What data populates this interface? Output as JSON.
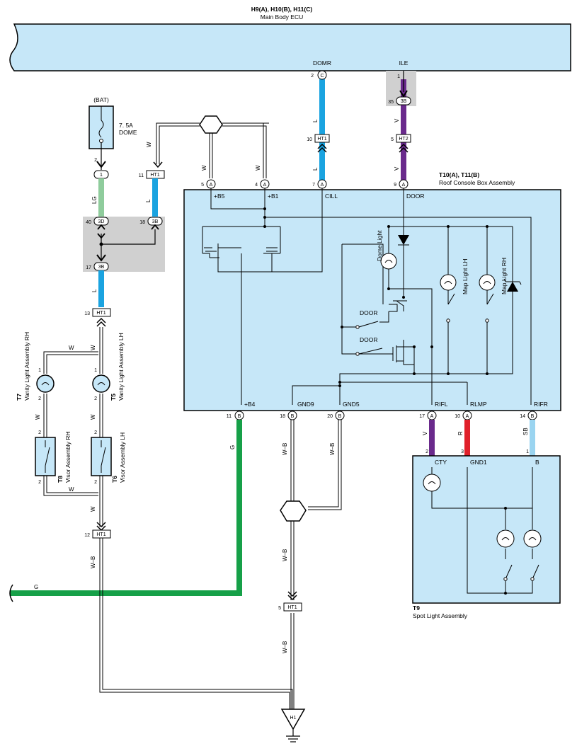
{
  "ecu": {
    "connectors": "H9(A), H10(B), H11(C)",
    "name": "Main Body ECU",
    "pins": {
      "domr": "DOMR",
      "ile": "ILE"
    }
  },
  "roof_console": {
    "connectors": "T10(A), T11(B)",
    "name": "Roof Console Box Assembly",
    "pins": {
      "b5": "+B5",
      "b1": "+B1",
      "cill": "CILL",
      "door": "DOOR",
      "b4": "+B4",
      "gnd9": "GND9",
      "gnd5": "GND5",
      "rifl": "RIFL",
      "rlmp": "RLMP",
      "rifr": "RIFR"
    },
    "internal": {
      "dome_light": "Dome Light",
      "map_lh": "Map Light LH",
      "map_rh": "Map Light RH",
      "door1": "DOOR",
      "door2": "DOOR"
    }
  },
  "spot_light": {
    "code": "T9",
    "name": "Spot Light Assembly",
    "pins": {
      "cty": "CTY",
      "gnd1": "GND1",
      "b": "B"
    }
  },
  "fuse": {
    "source": "(BAT)",
    "rating": "7. 5A",
    "name": "DOME"
  },
  "vanity_rh": {
    "code": "T7",
    "name": "Vanity Light Assembly RH"
  },
  "vanity_lh": {
    "code": "T5",
    "name": "Vanity Light Assembly LH"
  },
  "visor_rh": {
    "code": "T8",
    "name": "Visor Assembly RH"
  },
  "visor_lh": {
    "code": "T6",
    "name": "Visor Assembly LH"
  },
  "ground": {
    "label": "H1"
  },
  "wire_colors": {
    "L": "#1aa3e0",
    "V": "#6a2a8c",
    "LG": "#8fcc9c",
    "G": "#16a048",
    "R": "#e0202a",
    "SB": "#9ad4f0",
    "box": "#c6e7f8",
    "shade": "#d0d0d0"
  },
  "connector_labels": {
    "ecu_c2": "C",
    "ecu_c2_pin": "2",
    "ecu_b35": "3B",
    "ecu_b35_pin": "35",
    "ile_pin": "1",
    "ht1_10": "HT1",
    "ht1_10_pin": "10",
    "ht2_5": "HT2",
    "ht2_5_pin": "5",
    "ht1_11": "HT1",
    "ht1_11_pin": "11",
    "p5": "A",
    "p5_pin": "5",
    "p4": "A",
    "p4_pin": "4",
    "p7": "A",
    "p7_pin": "7",
    "p9": "A",
    "p9_pin": "9",
    "fuse_pin": "2",
    "j1": "1",
    "j3d": "3D",
    "j3d_pin": "40",
    "j3b18": "3B",
    "j3b18_pin": "18",
    "j3b17": "3B",
    "j3b17_pin": "17",
    "ht1_13": "HT1",
    "ht1_13_pin": "13",
    "b11": "B",
    "b11_pin": "11",
    "b18": "B",
    "b18_pin": "18",
    "b20": "B",
    "b20_pin": "20",
    "a17": "A",
    "a17_pin": "17",
    "a10": "A",
    "a10_pin": "10",
    "b14": "B",
    "b14_pin": "14",
    "sp2": "2",
    "sp3": "3",
    "sp1": "1",
    "ht1_12": "HT1",
    "ht1_12_pin": "12",
    "ht1_5": "HT1",
    "ht1_5_pin": "5",
    "v1": "1",
    "v2": "2",
    "v3": "2",
    "v4": "2",
    "v5": "1",
    "v6": "2",
    "v7": "2",
    "v8": "2"
  },
  "wire_labels": {
    "L1": "L",
    "V1": "V",
    "L2": "L",
    "V2": "V",
    "W1": "W",
    "W2": "W",
    "W3": "W",
    "LG": "LG",
    "L3": "L",
    "G": "G",
    "WB1": "W–B",
    "WB2": "W–B",
    "WB3": "W–B",
    "WB4": "W–B",
    "WB5": "W–B",
    "V3": "V",
    "R": "R",
    "SB": "SB",
    "G2": "G",
    "VW1": "W",
    "VW2": "W",
    "VW3": "W",
    "VW4": "W",
    "VW5": "W",
    "VW6": "W",
    "VW7": "W",
    "VL": "L"
  }
}
